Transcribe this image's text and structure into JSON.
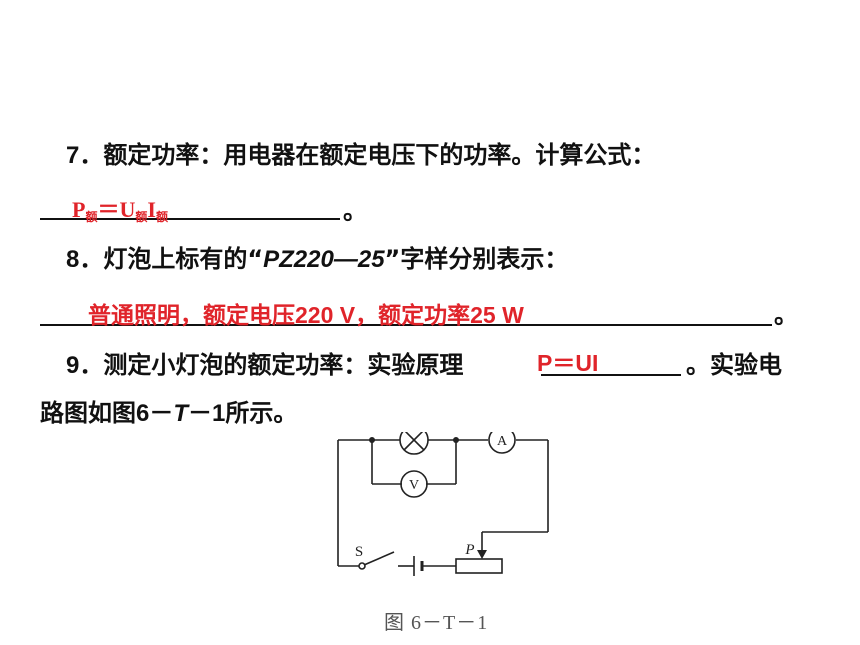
{
  "item7": {
    "number": "7",
    "text": "．额定功率：用电器在额定电压下的功率。计算公式：",
    "answer_p": "P",
    "answer_p_sub": "额",
    "answer_mid": "＝U",
    "answer_u_sub": "额",
    "answer_i": "I",
    "answer_i_sub": "额",
    "end": "。"
  },
  "item8": {
    "number": "8",
    "text_before": "．灯泡上标有的",
    "quote_open": "“",
    "model": "PZ220—25",
    "quote_close": "”",
    "text_after": "字样分别表示：",
    "answer": "普通照明，额定电压220 V，额定功率25 W",
    "end": "。"
  },
  "item9": {
    "number": "9",
    "text_before": "．测定小灯泡的额定功率：实验原理",
    "answer": "P＝UI",
    "text_after": "。实验电",
    "line2_before": "路图如图",
    "figure_ref_a": "6－",
    "figure_ref_b": "T",
    "figure_ref_c": "－1",
    "line2_after": "所示。"
  },
  "circuit": {
    "ammeter_label": "A",
    "voltmeter_label": "V",
    "switch_label": "S",
    "slider_label": "P",
    "caption": "图 6－T－1"
  },
  "colors": {
    "answer": "#e0242a",
    "text": "#111111",
    "caption": "#555555"
  }
}
